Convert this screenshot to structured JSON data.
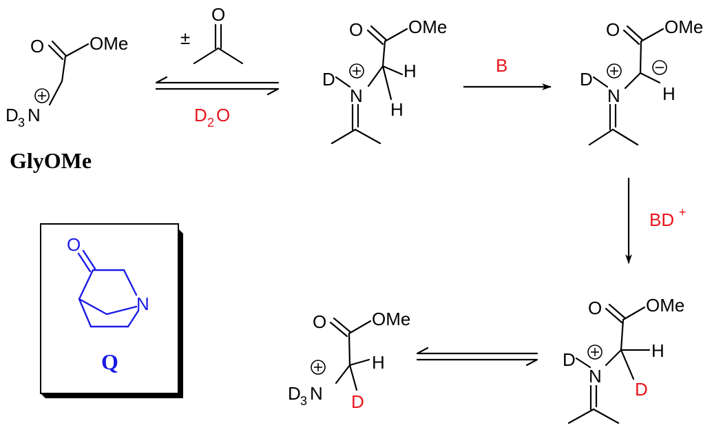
{
  "labels": {
    "ome": "OMe",
    "o": "O",
    "n": "N",
    "h": "H",
    "d": "D",
    "d3": "D",
    "d3_sub": "3",
    "plus_minus": "±",
    "plus": "+",
    "minus": "−"
  },
  "reagents": {
    "d2o_d": "D",
    "d2o_sub": "2",
    "d2o_o": "O",
    "base": "B",
    "bd_plus": "BD",
    "bd_sup": "+"
  },
  "compounds": {
    "glyome": "GlyOMe",
    "q": "Q"
  },
  "colors": {
    "reagent": "#e8141b",
    "catalyst": "#1a1ae6",
    "ink": "#000000"
  }
}
